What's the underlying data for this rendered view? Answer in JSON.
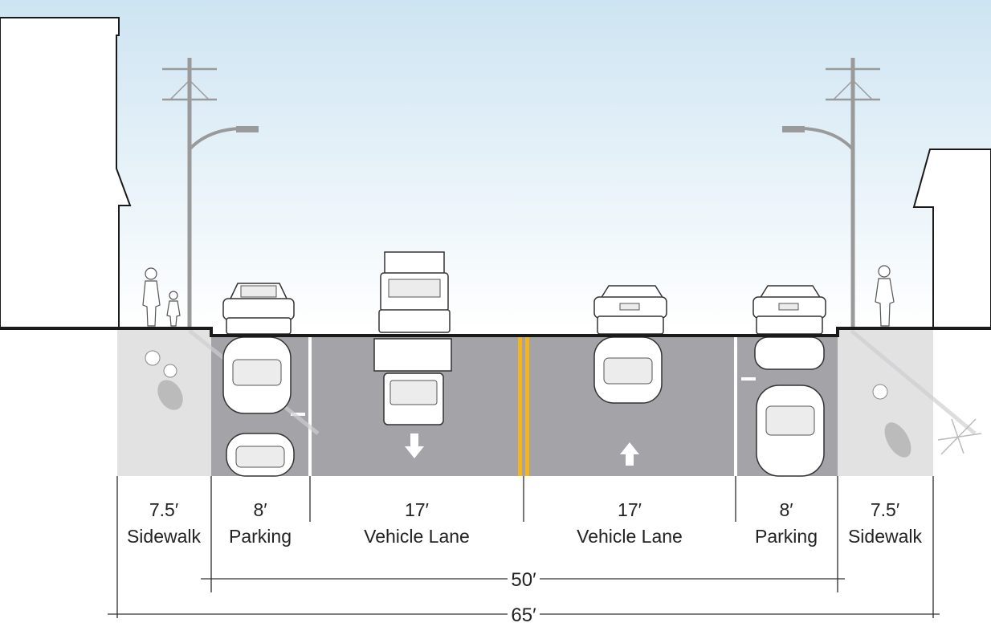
{
  "segments": [
    {
      "width": "7.5′",
      "name": "Sidewalk"
    },
    {
      "width": "8′",
      "name": "Parking"
    },
    {
      "width": "17′",
      "name": "Vehicle Lane"
    },
    {
      "width": "17′",
      "name": "Vehicle Lane"
    },
    {
      "width": "8′",
      "name": "Parking"
    },
    {
      "width": "7.5′",
      "name": "Sidewalk"
    }
  ],
  "dimensions": {
    "curb_to_curb": "50′",
    "right_of_way": "65′"
  },
  "colors": {
    "sky_top": "#cfe6f3",
    "sky_bottom": "#ffffff",
    "roadway": "#a3a3a8",
    "sidewalk": "#e2e2e2",
    "centerline": "#f2b51c",
    "outline": "#1a1a1a"
  }
}
